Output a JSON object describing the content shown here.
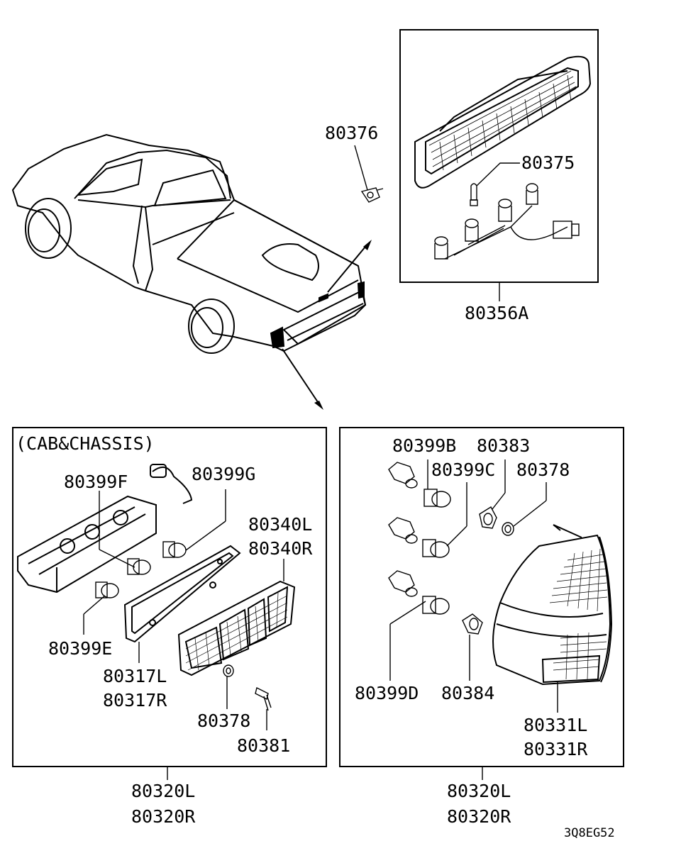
{
  "diagram": {
    "figure_code": "3Q8EG52",
    "top_lamp_assembly": "80356A",
    "clip_part": "80376",
    "bulb_part_top": "80375",
    "left_box": {
      "heading": "(CAB&CHASSIS)",
      "labels": [
        "80399F",
        "80399G",
        "80340L",
        "80340R",
        "80399E",
        "80317L",
        "80317R",
        "80378",
        "80381"
      ],
      "assembly": [
        "80320L",
        "80320R"
      ]
    },
    "right_box": {
      "labels": [
        "80399B",
        "80383",
        "80399C",
        "80378",
        "80399D",
        "80384",
        "80331L",
        "80331R"
      ],
      "assembly": [
        "80320L",
        "80320R"
      ]
    }
  }
}
